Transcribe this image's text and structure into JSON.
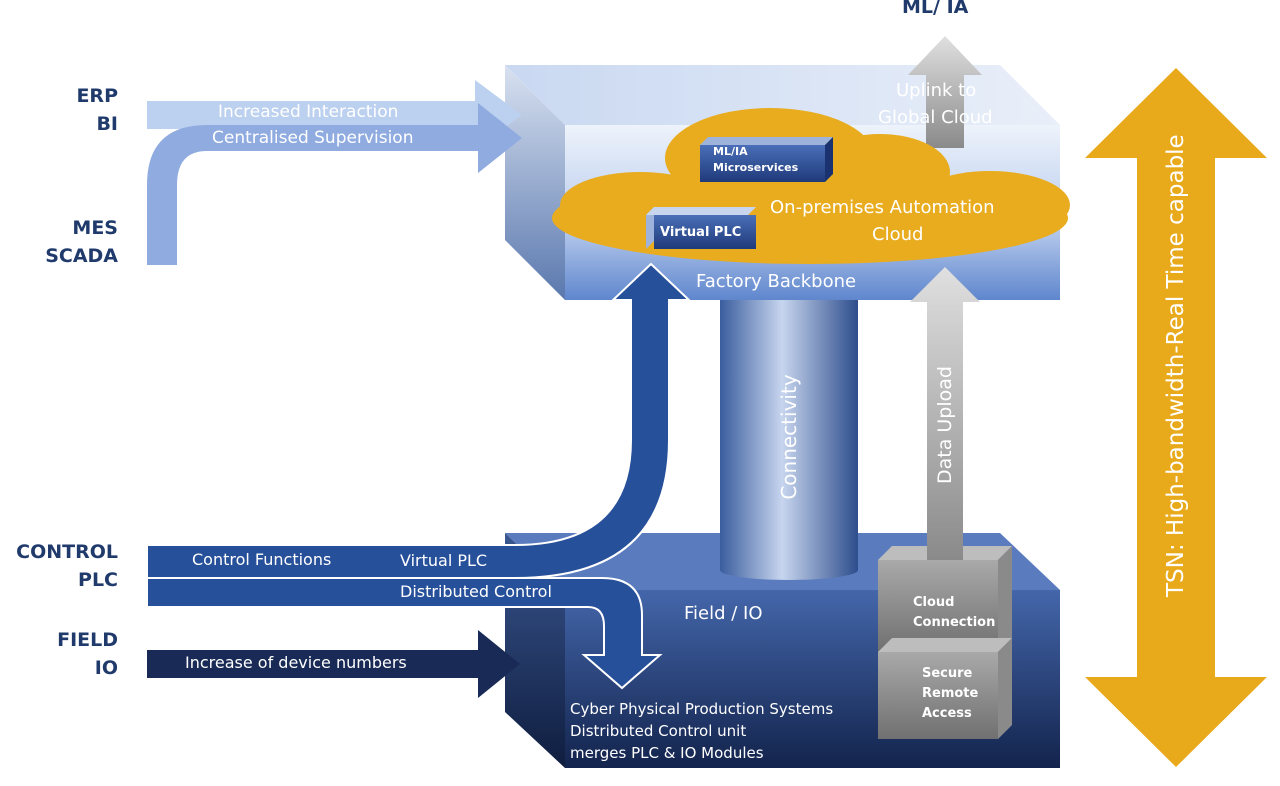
{
  "left_labels": {
    "erp": "ERP",
    "bi": "BI",
    "mes": "MES",
    "scada": "SCADA",
    "control": "CONTROL",
    "plc": "PLC",
    "field": "FIELD",
    "io": "IO"
  },
  "top_label": "ML/ IA",
  "arrows": {
    "increased_interaction": "Increased Interaction",
    "centralised_supervision": "Centralised Supervision",
    "control_functions": "Control Functions",
    "virtual_plc": "Virtual PLC",
    "distributed_control": "Distributed Control",
    "increase_devices": "Increase of device numbers",
    "uplink_line1": "Uplink to",
    "uplink_line2": "Global Cloud",
    "data_upload": "Data Upload",
    "tsn": "TSN: High-bandwidth-Real Time capable"
  },
  "cloud": {
    "title_line1": "On-premises Automation",
    "title_line2": "Cloud",
    "ml_box_line1": "ML/IA",
    "ml_box_line2": "Microservices",
    "virtual_plc_box": "Virtual PLC"
  },
  "backbone": "Factory Backbone",
  "connectivity": "Connectivity",
  "field": {
    "title": "Field / IO",
    "cpps_line1": "Cyber Physical Production Systems",
    "cpps_line2": "Distributed Control unit",
    "cpps_line3": "merges PLC & IO Modules"
  },
  "boxes": {
    "cloud_conn_line1": "Cloud",
    "cloud_conn_line2": "Connection",
    "secure_line1": "Secure",
    "secure_line2": "Remote",
    "secure_line3": "Access"
  },
  "colors": {
    "accent": "#e8a91b",
    "navy": "#1a2b57",
    "blue": "#2e5a9e",
    "light_blue": "#9cb6e4"
  }
}
